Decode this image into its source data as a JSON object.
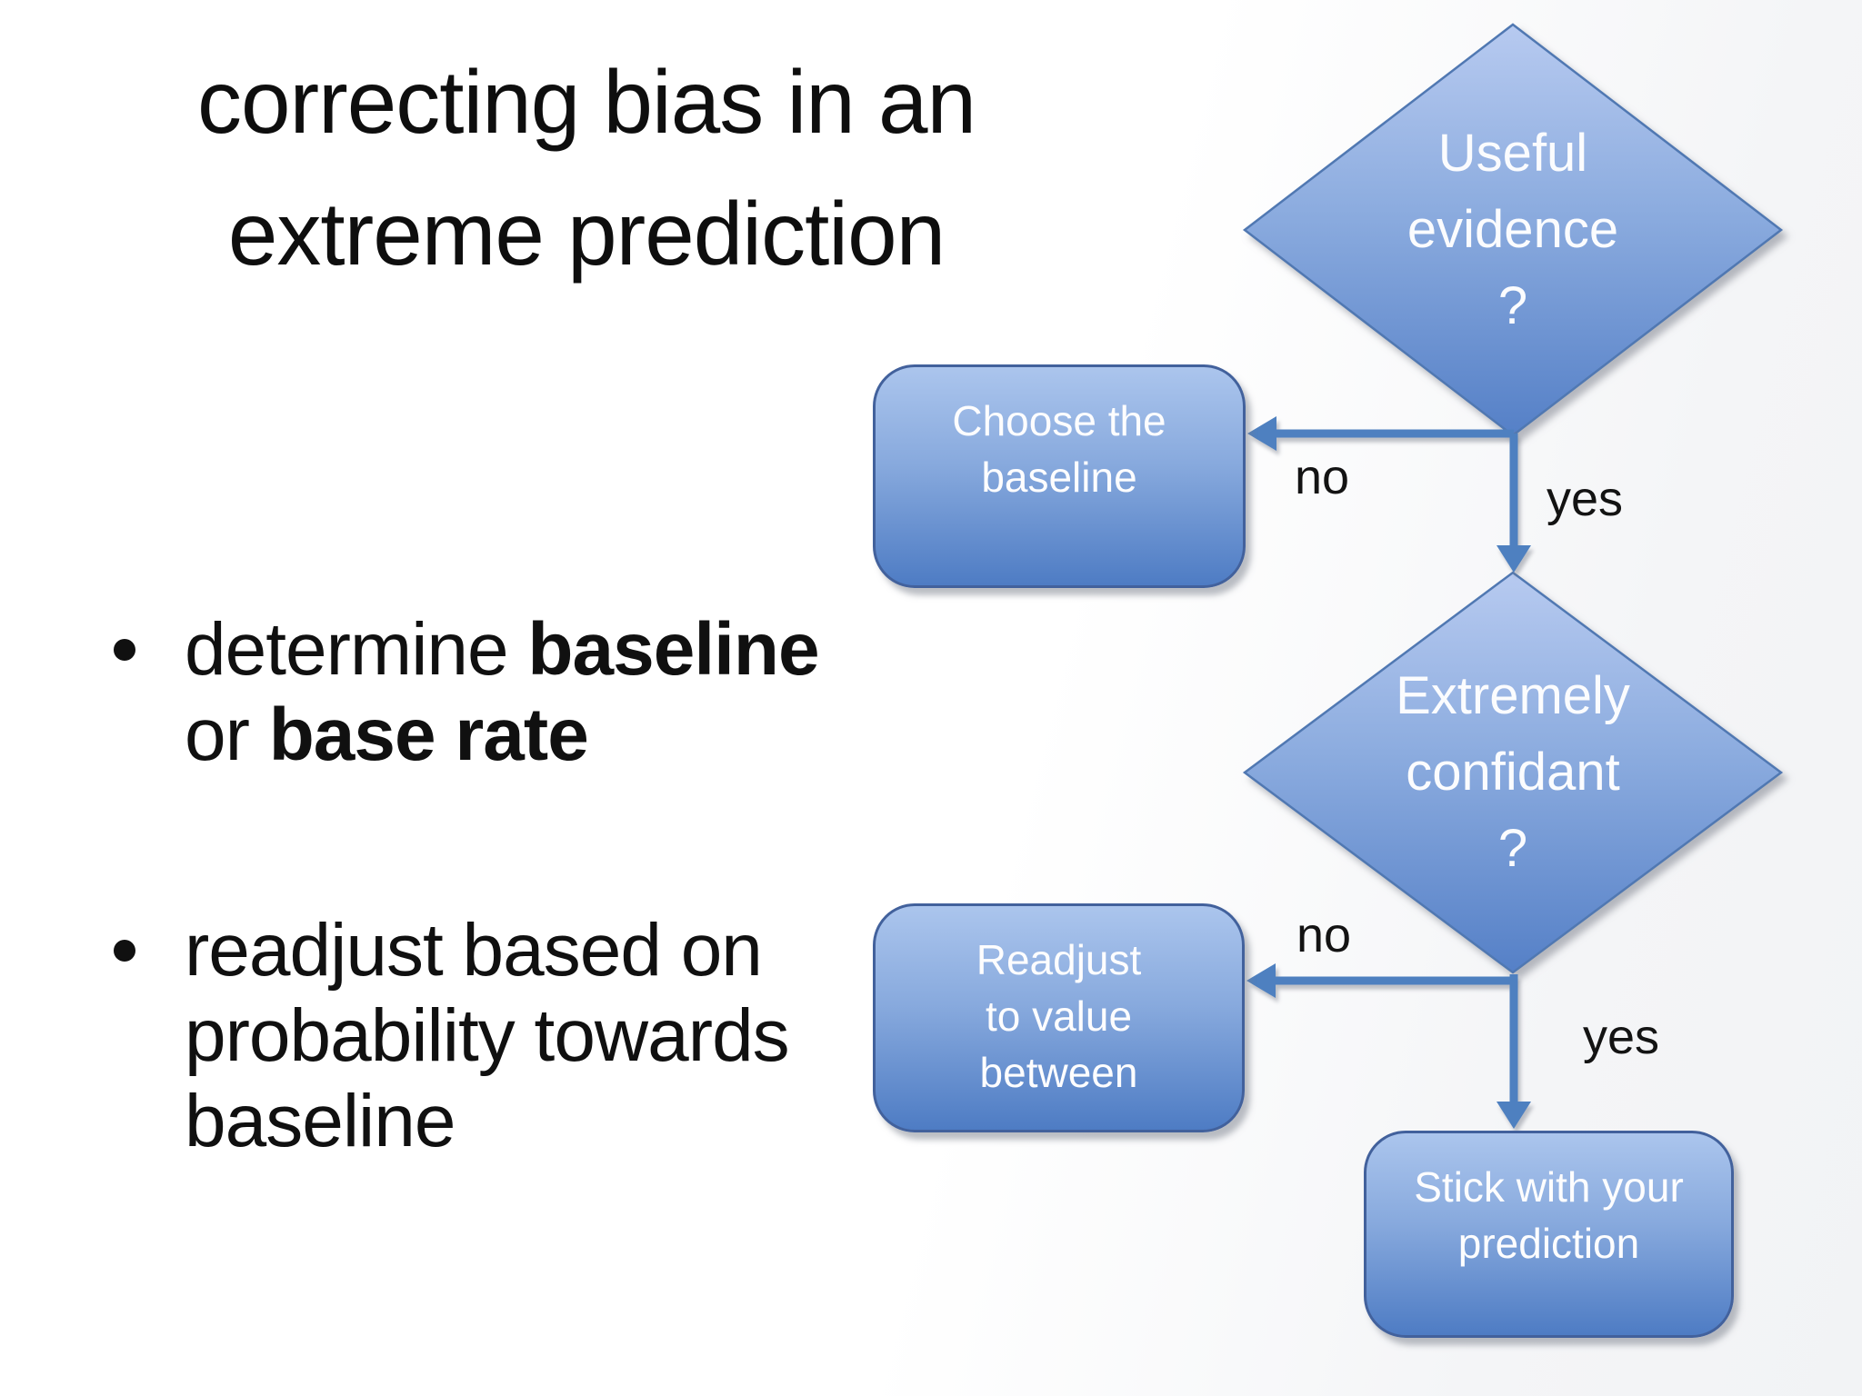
{
  "slide": {
    "title": "correcting bias in an\nextreme prediction",
    "bullet1_normal1": "determine ",
    "bullet1_bold1": "baseline",
    "bullet1_normal2": "or ",
    "bullet1_bold2": "base rate",
    "bullet2": "readjust based on\nprobability towards\nbaseline"
  },
  "flowchart": {
    "decision1_label": "Useful\nevidence\n?",
    "decision2_label": "Extremely\nconfidant\n?",
    "box_choose_label": "Choose the\nbaseline",
    "box_readjust_label": "Readjust\nto value\nbetween",
    "box_stick_label": "Stick with your\nprediction",
    "no1": "no",
    "yes1": "yes",
    "no2": "no",
    "yes2": "yes"
  },
  "colors": {
    "shape_fill_top": "#b2c7ee",
    "shape_fill_bottom": "#4e7cc4",
    "shape_border": "#42619c",
    "arrow": "#4e80c0",
    "text_on_shape": "#ffffff",
    "text_main": "#101010",
    "background": "#ffffff"
  }
}
